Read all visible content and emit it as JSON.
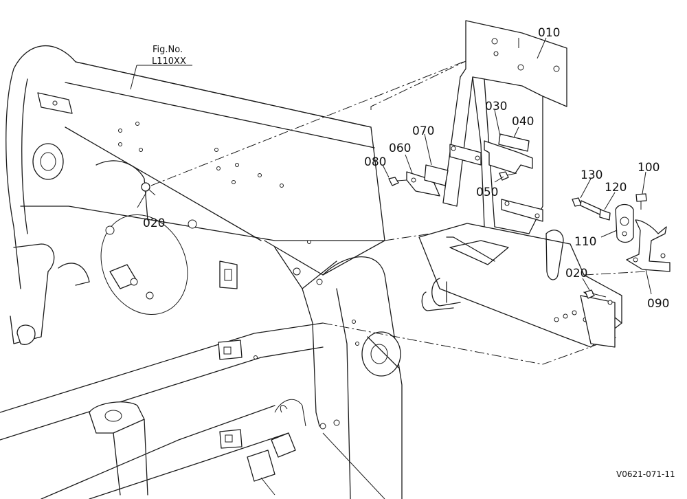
{
  "figure_reference": {
    "line1": "Fig.No.",
    "line2": "L110XX"
  },
  "parts": {
    "p010": "010",
    "p020a": "020",
    "p020b": "020",
    "p030": "030",
    "p040": "040",
    "p050": "050",
    "p060": "060",
    "p070": "070",
    "p080": "080",
    "p090": "090",
    "p100": "100",
    "p110": "110",
    "p120": "120",
    "p130": "130"
  },
  "drawing_code": "V0621-071-11"
}
